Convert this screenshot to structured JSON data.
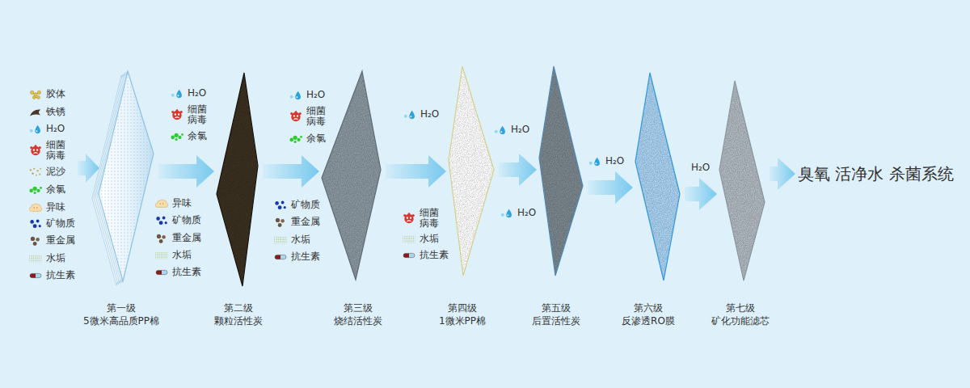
{
  "diagram": {
    "nodes": [
      {
        "text": [
          "第一级",
          "5微米高品质PP棉"
        ]
      },
      {
        "text": [
          "第二级",
          "颗粒活性炭"
        ]
      },
      {
        "text": [
          "第三级",
          "烧结活性炭"
        ]
      },
      {
        "text": [
          "第四级",
          "1微米PP棉"
        ]
      },
      {
        "text": [
          "第五级",
          "后置活性炭"
        ]
      },
      {
        "text": [
          "第六级",
          "反渗透RO膜"
        ]
      },
      {
        "text": [
          "第七级",
          "矿化功能滤芯"
        ]
      },
      {
        "text": [
          "臭氧 活净水 杀菌系统"
        ]
      }
    ],
    "edges": [
      {
        "from": 0,
        "to": 1,
        "arrow": "to"
      },
      {
        "from": 1,
        "to": 2,
        "arrow": "to"
      },
      {
        "from": 2,
        "to": 3,
        "arrow": "to"
      },
      {
        "from": 3,
        "to": 4,
        "arrow": "to"
      },
      {
        "from": 4,
        "to": 5,
        "arrow": "to"
      },
      {
        "from": 5,
        "to": 6,
        "arrow": "to"
      },
      {
        "from": 6,
        "to": 7,
        "arrow": "to"
      }
    ],
    "labels": [
      "胶体",
      "铁锈",
      "H₂O",
      "细菌 病毒",
      "泥沙",
      "余氯",
      "异味",
      "矿物质",
      "重金属",
      "水垢",
      "抗生素",
      "H₂O",
      "细菌 病毒",
      "余氯",
      "异味",
      "矿物质",
      "重金属",
      "水垢",
      "抗生素",
      "H₂O",
      "细菌 病毒",
      "余氯",
      "矿物质",
      "重金属",
      "水垢",
      "抗生素",
      "H₂O",
      "细菌 病毒",
      "水垢",
      "抗生素",
      "H₂O",
      "H₂O",
      "H₂O",
      "H₂O"
    ]
  }
}
